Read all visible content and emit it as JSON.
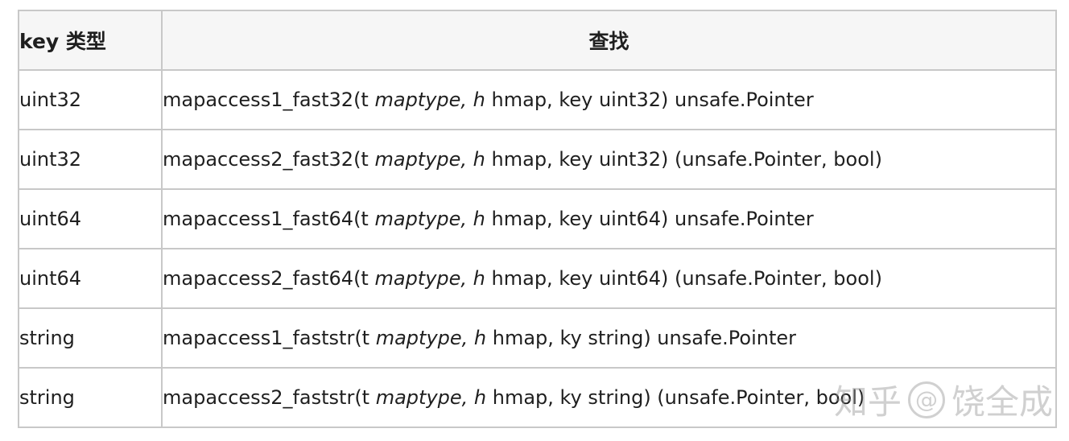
{
  "table": {
    "columns": [
      {
        "label": "key 类型"
      },
      {
        "label": "查找"
      }
    ],
    "rows": [
      {
        "key_type": "uint32",
        "lookup": {
          "pre": "mapaccess1_fast32(t ",
          "italic": "maptype, h",
          "post": " hmap, key uint32) unsafe.Pointer"
        }
      },
      {
        "key_type": "uint32",
        "lookup": {
          "pre": "mapaccess2_fast32(t ",
          "italic": "maptype, h",
          "post": " hmap, key uint32) (unsafe.Pointer, bool)"
        }
      },
      {
        "key_type": "uint64",
        "lookup": {
          "pre": "mapaccess1_fast64(t ",
          "italic": "maptype, h",
          "post": " hmap, key uint64) unsafe.Pointer"
        }
      },
      {
        "key_type": "uint64",
        "lookup": {
          "pre": "mapaccess2_fast64(t ",
          "italic": "maptype, h",
          "post": " hmap, key uint64) (unsafe.Pointer, bool)"
        }
      },
      {
        "key_type": "string",
        "lookup": {
          "pre": "mapaccess1_faststr(t ",
          "italic": "maptype, h",
          "post": " hmap, ky string) unsafe.Pointer"
        }
      },
      {
        "key_type": "string",
        "lookup": {
          "pre": "mapaccess2_faststr(t ",
          "italic": "maptype, h",
          "post": " hmap, ky string) (unsafe.Pointer, bool)"
        }
      }
    ]
  },
  "watermark": {
    "brand": "知乎",
    "at_symbol": "@",
    "author": "饶全成"
  },
  "colors": {
    "header_bg": "#f6f6f6",
    "border": "#c8c8c8",
    "text": "#1f1f1f",
    "watermark": "#bdbdbd"
  }
}
